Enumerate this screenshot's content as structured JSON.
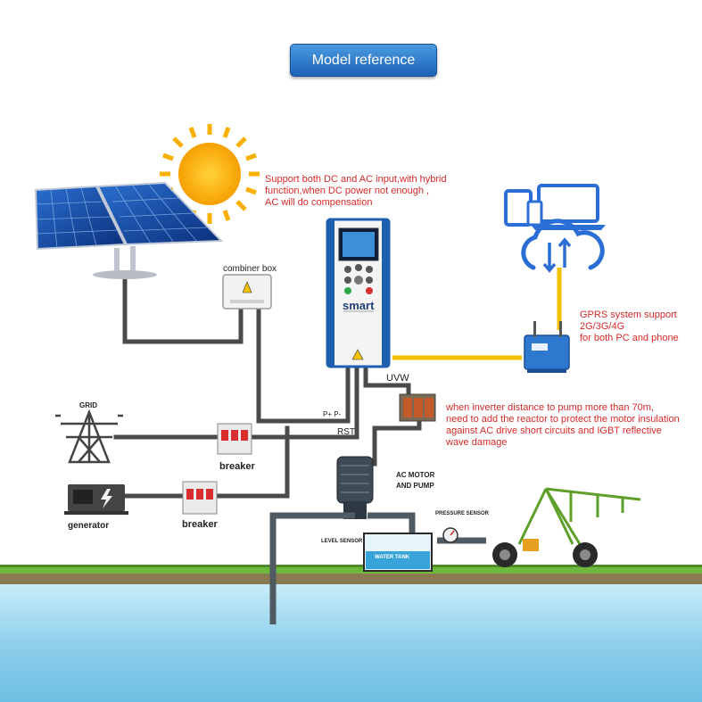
{
  "title": "Model reference",
  "labels": {
    "combiner_box": "combiner box",
    "grid": "GRID",
    "breaker_top": "breaker",
    "breaker_bottom": "breaker",
    "generator": "generator",
    "smart_logo": "smart",
    "pp_terminal": "P+ P-",
    "rst_terminal": "RST",
    "uvw_terminal": "UVW",
    "ac_motor": "AC MOTOR\nAND PUMP",
    "pressure_sensor": "PRESSURE SENSOR",
    "level_sensor": "LEVEL SENSOR",
    "water_tank": "WATER TANK"
  },
  "notes": {
    "hybrid": "Support both DC and AC input,with hybrid\nfunction,when DC power not enough ,\nAC will do compensation",
    "gprs": "GPRS system support\n2G/3G/4G\nfor both PC and phone",
    "reactor": "when inverter distance to pump more than 70m,\nneed to add the reactor to protect the motor insulation\n against AC drive short circuits and IGBT reflective\nwave damage"
  },
  "icons": [
    "sun-icon",
    "solar-panel-icon",
    "laptop-icon",
    "tablet-icon",
    "phone-icon",
    "cloud-sync-icon",
    "gprs-module-icon",
    "reactor-icon",
    "grid-tower-icon",
    "generator-icon",
    "breaker-icon",
    "pump-motor-icon",
    "water-tank-icon",
    "pressure-gauge-icon",
    "irrigation-pivot-icon",
    "inverter-icon"
  ],
  "colors": {
    "title_button": "#2d7ad0",
    "note_text": "#d42a2a",
    "wire": "#4a4a4a",
    "gprs_link": "#f2c200",
    "water": "#9fd6ee",
    "ground": "#7cbf4a",
    "device_blue": "#1f5fb0"
  }
}
